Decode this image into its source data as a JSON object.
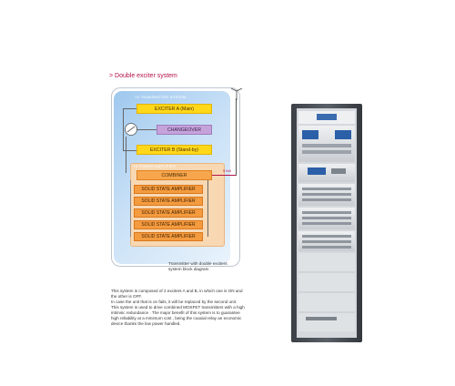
{
  "heading": "> Double exciter system",
  "diagram": {
    "tx_system_label": "TX TRANSMITTER SYSTEM",
    "exciter_a": "EXCITER A (Main)",
    "changeover": "CHANGEOVER",
    "exciter_b": "EXCITER B (Stand-by)",
    "pa_label": "TX POWER AMPLIFIER",
    "combiner": "COMBINER",
    "amplifiers": [
      "SOLID STATE AMPLIFIER",
      "SOLID STATE AMPLIFIER",
      "SOLID STATE AMPLIFIER",
      "SOLID STATE AMPLIFIER",
      "SOLID STATE AMPLIFIER"
    ],
    "power_label": "5 kW",
    "caption_line1": "Transmitter with double exciters",
    "caption_line2": "system block diagram"
  },
  "description": [
    "This system is composed of 2 exciters A and B, in which one is ON and the other is OFF.",
    "In case the unit that is on fails, it will be replaced by the second unit.",
    "This system is used to drive combined MOSFET transmitters with a high intrinsic redundance . The major benefit of this system is to guarantee high reliability at a minimum cost , being the coaxial relay an economic device thanks the low power handled."
  ],
  "colors": {
    "heading": "#b5124a",
    "exciter": "#ffd81a",
    "changeover": "#c5a3da",
    "amplifier": "#f49b3f",
    "tx_box": "#9ec8ee"
  }
}
